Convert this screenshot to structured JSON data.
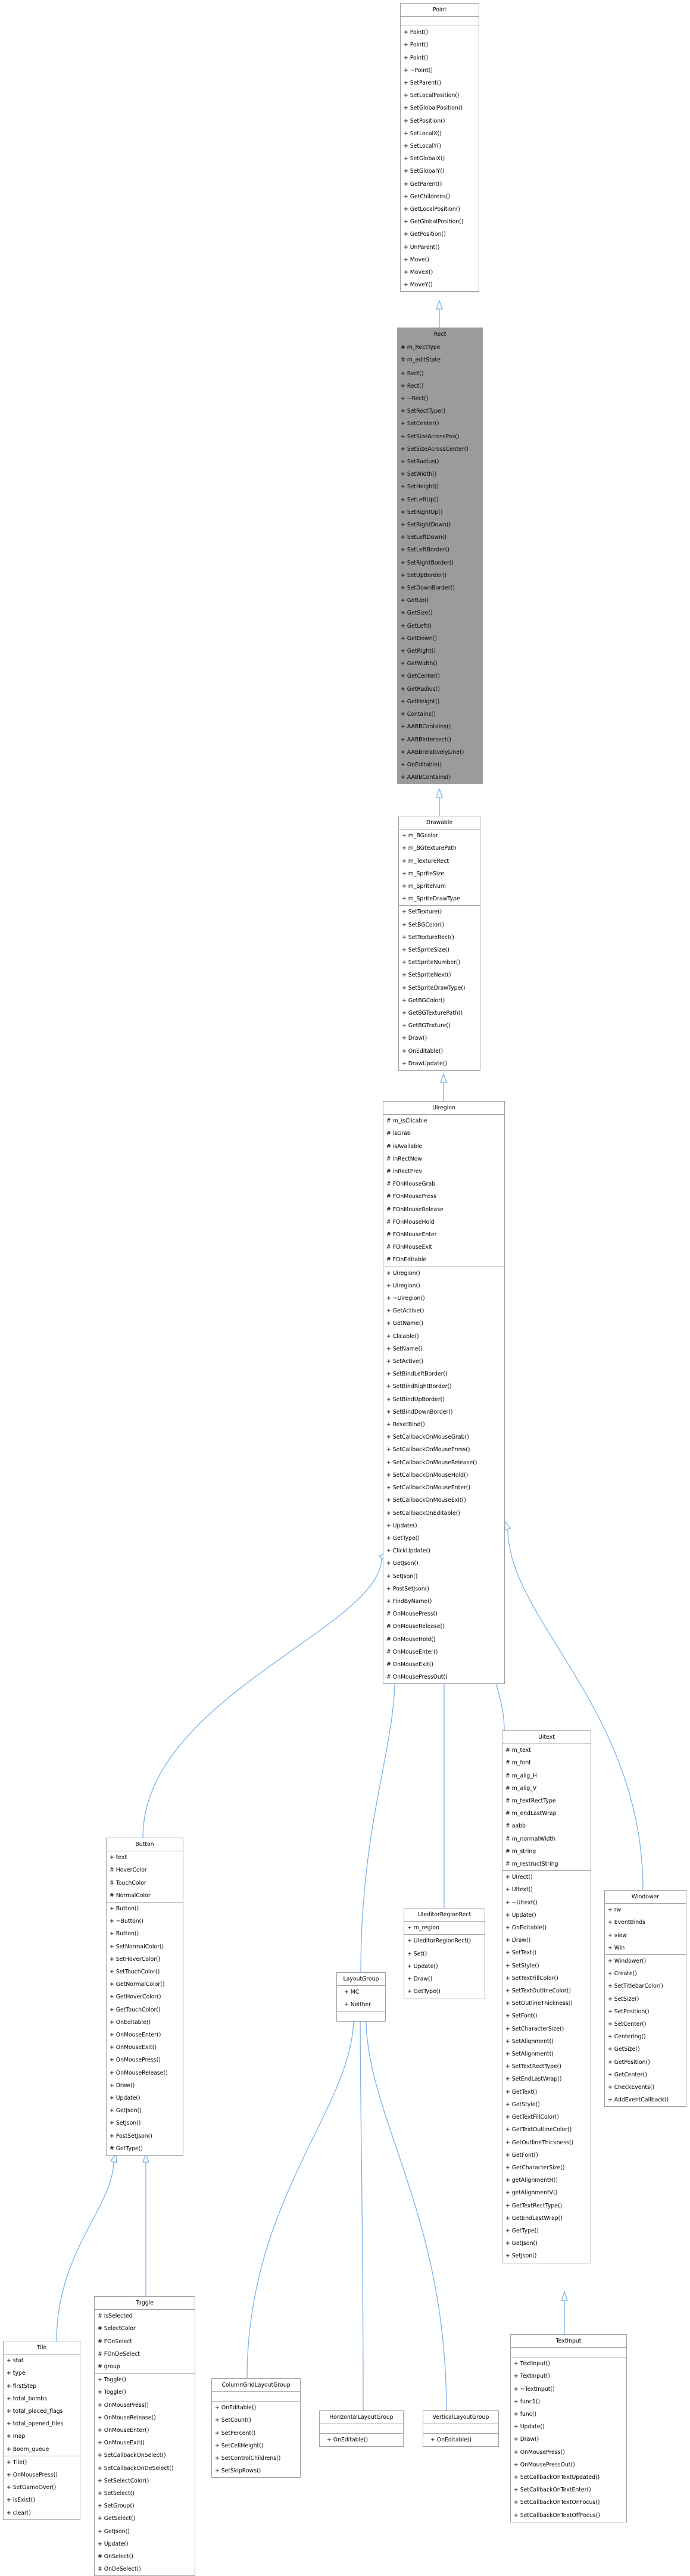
{
  "classes": [
    {
      "id": "Point",
      "title": "Point",
      "attributes": [],
      "methods": [
        "+ Point()",
        "+ Point()",
        "+ Point()",
        "+ ~Point()",
        "+ SetParent()",
        "+ SetLocalPosition()",
        "+ SetGlobalPosition()",
        "+ SetPosition()",
        "+ SetLocalX()",
        "+ SetLocalY()",
        "+ SetGlobalX()",
        "+ SetGlobalY()",
        "+ GetParent()",
        "+ GetChildrens()",
        "+ GetLocalPosition()",
        "+ GetGlobalPosition()",
        "+ GetPosition()",
        "+ UnParent()",
        "+ Move()",
        "+ MoveX()",
        "+ MoveY()"
      ]
    },
    {
      "id": "Rect",
      "title": "Rect",
      "highlight": true,
      "attributes": [
        "# m_RectType",
        "# m_editState"
      ],
      "methods": [
        "+ Rect()",
        "+ Rect()",
        "+ ~Rect()",
        "+ SetRectType()",
        "+ SetCenter()",
        "+ SetSizeAcrossPos()",
        "+ SetSizeAcrossCenter()",
        "+ SetRadius()",
        "+ SetWidth()",
        "+ SetHeight()",
        "+ SetLeftUp()",
        "+ SetRightUp()",
        "+ SetRightDown()",
        "+ SetLeftDown()",
        "+ SetLeftBorder()",
        "+ SetRightBorder()",
        "+ SetUpBorder()",
        "+ SetDownBorder()",
        "+ GetUp()",
        "+ GetSize()",
        "+ GetLeft()",
        "+ GetDown()",
        "+ GetRight()",
        "+ GetWidth()",
        "+ GetCenter()",
        "+ GetRadius()",
        "+ GetHeight()",
        "+ Contains()",
        "+ AABBContains()",
        "+ AABBIntersect()",
        "+ AABBrelativelyLine()",
        "+ OnEditable()",
        "+ AABBContains()"
      ]
    },
    {
      "id": "Drawable",
      "title": "Drawable",
      "attributes": [
        "+ m_BGcolor",
        "+ m_BGtexturePath",
        "+ m_TextureRect",
        "+ m_SpriteSize",
        "+ m_SpriteNum",
        "+ m_SpriteDrawType"
      ],
      "methods": [
        "+ SetTexture()",
        "+ SetBGColor()",
        "+ SetTextureRect()",
        "+ SetSpriteSize()",
        "+ SetSpriteNumber()",
        "+ SetSpriteNext()",
        "+ SetSpriteDrawType()",
        "+ GetBGColor()",
        "+ GetBGTexturePath()",
        "+ GetBGTexture()",
        "+ Draw()",
        "+ OnEditable()",
        "+ DrawUpdate()"
      ]
    },
    {
      "id": "Uiregion",
      "title": "Uiregion",
      "attributes": [
        "# m_isClicable",
        "# isGrab",
        "# isAvailable",
        "# inRectNow",
        "# inRectPrev",
        "# FOnMouseGrab",
        "# FOnMousePress",
        "# FOnMouseRelease",
        "# FOnMouseHold",
        "# FOnMouseEnter",
        "# FOnMouseExit",
        "# FOnEditable"
      ],
      "methods": [
        "+ Uiregion()",
        "+ Uiregion()",
        "+ ~Uiregion()",
        "+ GetActive()",
        "+ GetName()",
        "+ Clicable()",
        "+ SetName()",
        "+ SetActive()",
        "+ SetBindLeftBorder()",
        "+ SetBindRightBorder()",
        "+ SetBindUpBorder()",
        "+ SetBindDownBorder()",
        "+ ResetBind()",
        "+ SetCallbackOnMouseGrab()",
        "+ SetCallbackOnMousePress()",
        "+ SetCallbackOnMouseRelease()",
        "+ SetCallbackOnMouseHold()",
        "+ SetCallbackOnMouseEnter()",
        "+ SetCallbackOnMouseExit()",
        "+ SetCallbackOnEditable()",
        "+ Update()",
        "+ GetType()",
        "+ ClickUpdate()",
        "+ GetJson()",
        "+ SetJson()",
        "+ PostSetJson()",
        "+ FindByName()",
        "# OnMousePress()",
        "# OnMouseRelease()",
        "# OnMouseHold()",
        "# OnMouseEnter()",
        "# OnMouseExit()",
        "# OnMousePressOut()"
      ]
    },
    {
      "id": "Uitext",
      "title": "Uitext",
      "attributes": [
        "# m_text",
        "# m_font",
        "# m_alig_H",
        "# m_alig_V",
        "# m_textRectType",
        "# m_endLastWrap",
        "# aabb",
        "# m_normalWidth",
        "# m_string",
        "# m_restructString"
      ],
      "methods": [
        "+ UIrect()",
        "+ UItext()",
        "+ ~UItext()",
        "+ Update()",
        "+ OnEditable()",
        "+ Draw()",
        "+ SetText()",
        "+ SetStyle()",
        "+ SetTextFillColor()",
        "+ SetTextOutlineColor()",
        "+ SetOutlineThickness()",
        "+ SetFont()",
        "+ SetCharacterSize()",
        "+ SetAlignment()",
        "+ SetAlignment()",
        "+ SetTextRectType()",
        "+ SetEndLastWrap()",
        "+ GetText()",
        "+ GetStyle()",
        "+ GetTextFillColor()",
        "+ GetTextOutlineColor()",
        "+ GetOutlineThickness()",
        "+ GetFont()",
        "+ GetCharacterSize()",
        "+ getAlignmentH()",
        "+ getAlignmentV()",
        "+ GetTextRectType()",
        "+ GetEndLastWrap()",
        "+ GetType()",
        "+ GetJson()",
        "+ SetJson()"
      ]
    },
    {
      "id": "Button",
      "title": "Button",
      "attributes": [
        "+ text",
        "# HoverColor",
        "# TouchColor",
        "# NormalColor"
      ],
      "methods": [
        "+ Button()",
        "+ ~Button()",
        "+ Button()",
        "+ SetNormalColor()",
        "+ SetHoverColor()",
        "+ SetTouchColor()",
        "+ GetNormalColor()",
        "+ GetHoverColor()",
        "+ GetTouchColor()",
        "+ OnEditable()",
        "+ OnMouseEnter()",
        "+ OnMouseExit()",
        "+ OnMousePress()",
        "+ OnMouseRelease()",
        "+ Draw()",
        "+ Update()",
        "+ GetJson()",
        "+ SetJson()",
        "+ PostSetJson()",
        "# GetType()"
      ]
    },
    {
      "id": "LayoutGroup",
      "title": "LayoutGroup",
      "attributes": [
        "+ MC",
        "+ Neither"
      ],
      "methods": []
    },
    {
      "id": "UIeditorRegionRect",
      "title": "UIeditorRegionRect",
      "attributes": [
        "+ m_region"
      ],
      "methods": [
        "+ UIeditorRegionRect()",
        "+ Set()",
        "+ Update()",
        "+ Draw()",
        "+ GetType()"
      ]
    },
    {
      "id": "Windower",
      "title": "Windower",
      "attributes": [
        "+ rw",
        "+ EventBinds",
        "+ view",
        "+ Win"
      ],
      "methods": [
        "+ Windower()",
        "+ Create()",
        "+ SetTitlebarColor()",
        "+ SetSize()",
        "+ SetPosition()",
        "+ SetCenter()",
        "+ Centering()",
        "+ GetSize()",
        "+ GetPosition()",
        "+ GetCenter()",
        "+ CheckEvents()",
        "+ AddEventCallback()"
      ]
    },
    {
      "id": "Tile",
      "title": "Tile",
      "attributes": [
        "+ stat",
        "+ type",
        "+ firstStep",
        "+ total_bombs",
        "+ total_placed_flags",
        "+ total_opened_tiles",
        "+ map",
        "+ Boom_queue"
      ],
      "methods": [
        "+ Tile()",
        "+ OnMousePress()",
        "+ SetGameOver()",
        "+ isExist()",
        "+ clear()"
      ]
    },
    {
      "id": "Toggle",
      "title": "Toggle",
      "attributes": [
        "# isSelected",
        "# SelectColor",
        "# FOnSelect",
        "# FOnDeSelect",
        "# group"
      ],
      "methods": [
        "+ Toggle()",
        "+ Toggle()",
        "+ OnMousePress()",
        "+ OnMouseRelease()",
        "+ OnMouseEnter()",
        "+ OnMouseExit()",
        "+ SetCallbackOnSelect()",
        "+ SetCallbackOnDeSelect()",
        "+ SetSelectColor()",
        "+ SetSelect()",
        "+ SetGroup()",
        "+ GetSelect()",
        "+ GetJson()",
        "+ Update()",
        "# OnSelect()",
        "# OnDeSelect()"
      ]
    },
    {
      "id": "ColumnGridLayoutGroup",
      "title": "ColumnGridLayoutGroup",
      "attributes": [],
      "methods": [
        "+ OnEditable()",
        "+ SetCount()",
        "+ SetPercent()",
        "+ SetCellHeight()",
        "+ SetControlChildrens()",
        "+ SetSkipRows()"
      ]
    },
    {
      "id": "HorizontalLayoutGroup",
      "title": "HorizontalLayoutGroup",
      "attributes": [],
      "methods": [
        "+ OnEditable()"
      ]
    },
    {
      "id": "VerticalLayoutGroup",
      "title": "VerticalLayoutGroup",
      "attributes": [],
      "methods": [
        "+ OnEditable()"
      ]
    },
    {
      "id": "TextInput",
      "title": "TextInput",
      "attributes": [],
      "methods": [
        "+ TextInput()",
        "+ TextInput()",
        "+ ~TextInput()",
        "+ func1()",
        "+ func()",
        "+ Update()",
        "+ Draw()",
        "+ OnMousePress()",
        "+ OnMousePressOut()",
        "+ SetCallbackOnTextUpdated()",
        "+ SetCallbackOnTextEnter()",
        "+ SetCallbackOnTextOnFocus()",
        "+ SetCallbackOnTextOffFocus()"
      ]
    }
  ],
  "edges": [
    {
      "from": "Rect",
      "to": "Point"
    },
    {
      "from": "Drawable",
      "to": "Rect"
    },
    {
      "from": "Uiregion",
      "to": "Drawable"
    },
    {
      "from": "Button",
      "to": "Uiregion"
    },
    {
      "from": "LayoutGroup",
      "to": "Uiregion"
    },
    {
      "from": "UIeditorRegionRect",
      "to": "Uiregion"
    },
    {
      "from": "Uitext",
      "to": "Uiregion"
    },
    {
      "from": "Windower",
      "to": "Uiregion"
    },
    {
      "from": "Tile",
      "to": "Button"
    },
    {
      "from": "Toggle",
      "to": "Button"
    },
    {
      "from": "ColumnGridLayoutGroup",
      "to": "LayoutGroup"
    },
    {
      "from": "HorizontalLayoutGroup",
      "to": "LayoutGroup"
    },
    {
      "from": "VerticalLayoutGroup",
      "to": "LayoutGroup"
    },
    {
      "from": "TextInput",
      "to": "Uitext"
    }
  ],
  "colors": {
    "edge": "#7ab1e6",
    "border": "#a0a0a0",
    "highlight": "#9b9b9b",
    "background": "#ffffff"
  }
}
